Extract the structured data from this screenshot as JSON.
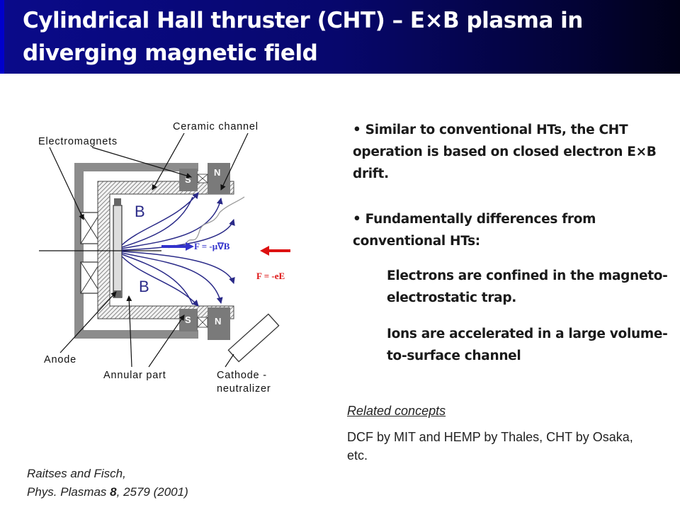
{
  "slide": {
    "title": "Cylindrical Hall thruster (CHT) – E×B plasma in diverging magnetic field"
  },
  "diagram": {
    "labels": {
      "electromagnets": "Electromagnets",
      "ceramic_channel": "Ceramic channel",
      "anode": "Anode",
      "annular_part": "Annular part",
      "cathode_line1": "Cathode -",
      "cathode_line2": "neutralizer",
      "b_top": "B",
      "b_bottom": "B",
      "force_grad": "F = -μ∇B",
      "force_e": "F = -eE",
      "pole_s_top": "S",
      "pole_n_top": "N",
      "pole_s_bottom": "S",
      "pole_n_bottom": "N"
    },
    "colors": {
      "arrow_red": "#dd1111",
      "arrow_blue": "#3333cc",
      "field_lines": "#2a2a88"
    }
  },
  "bullets": {
    "b1": "• Similar to conventional HTs, the CHT operation is based on closed electron E×B drift.",
    "b2": "• Fundamentally differences from conventional HTs:",
    "sub1": "Electrons are confined in the magneto-electrostatic trap.",
    "sub2": "Ions are accelerated in a large volume-to-surface channel"
  },
  "related": {
    "heading": "Related concepts",
    "text": "DCF by MIT and HEMP by Thales, CHT by Osaka, etc."
  },
  "citation": {
    "line1": "Raitses and Fisch,",
    "line2_pre": "Phys. Plasmas ",
    "line2_vol": "8",
    "line2_post": ", 2579 (2001)"
  }
}
